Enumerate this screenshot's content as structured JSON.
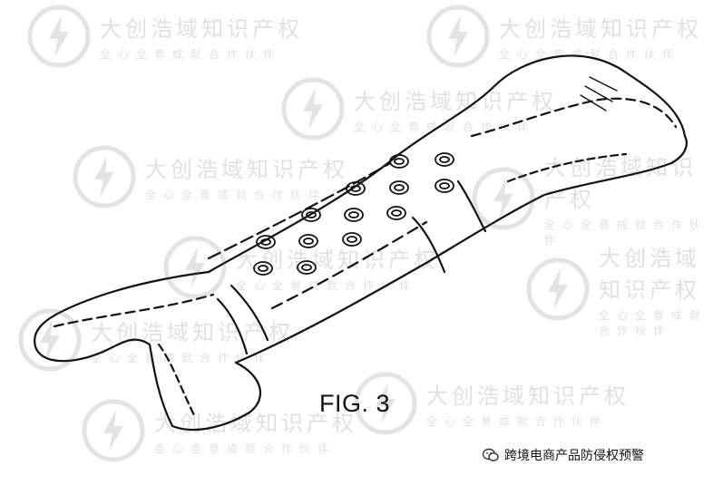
{
  "watermark": {
    "brand": "大创浩域知识产权",
    "slogan": "全心全意成就合作伙伴",
    "icon": "lightning-circle-logo"
  },
  "figure": {
    "label": "FIG. 3"
  },
  "footer": {
    "channel_name": "跨境电商产品防侵权预警",
    "icon": "wechat-icon"
  },
  "colors": {
    "line": "#111111",
    "watermark": "#888888",
    "background": "#ffffff"
  }
}
